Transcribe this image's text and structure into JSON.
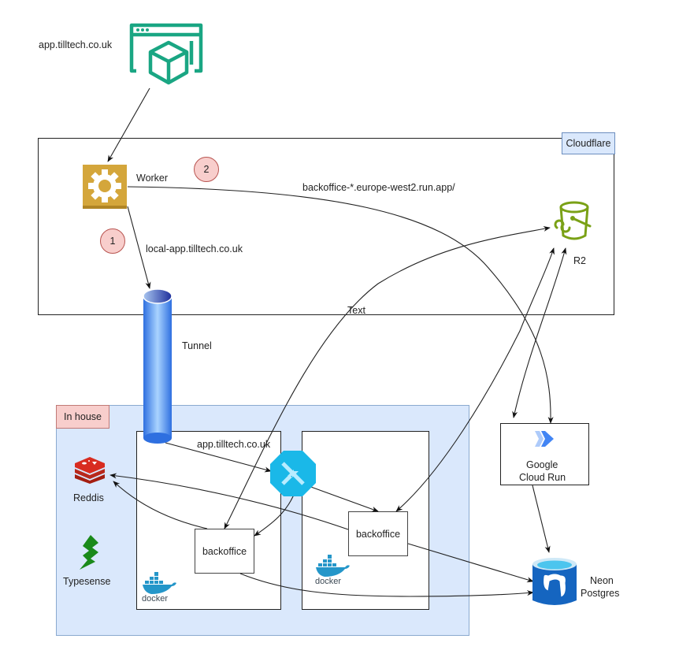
{
  "groups": {
    "cloudflare": {
      "label": "Cloudflare",
      "fill": "#dae8fc",
      "stroke": "#6c8ebf"
    },
    "in_house": {
      "label": "In house",
      "fill": "#dae8fc",
      "tag_fill": "#f8cecc"
    }
  },
  "nodes": {
    "web_app": {
      "label": "app.tilltech.co.uk",
      "icon": "browser-cube-icon",
      "color": "#1aa683"
    },
    "worker": {
      "label": "Worker",
      "icon": "gear-icon",
      "color": "#d4a63b"
    },
    "r2": {
      "label": "R2",
      "icon": "bucket-icon",
      "color": "#7aa116"
    },
    "tunnel": {
      "label": "Tunnel",
      "icon": "cylinder-pipe-icon",
      "color": "#3b82e6"
    },
    "redis": {
      "label": "Reddis",
      "icon": "redis-icon",
      "color": "#d82c20"
    },
    "typesense": {
      "label": "Typesense",
      "icon": "lightning-icon",
      "color": "#1a8a1a"
    },
    "load_balancer": {
      "label": "",
      "icon": "load-balancer-icon",
      "color": "#1ab8e8"
    },
    "backoffice_1": {
      "label": "backoffice"
    },
    "backoffice_2": {
      "label": "backoffice"
    },
    "docker_1": {
      "label": "docker",
      "icon": "docker-whale-icon",
      "color": "#2496c9"
    },
    "docker_2": {
      "label": "docker",
      "icon": "docker-whale-icon",
      "color": "#2496c9"
    },
    "cloud_run": {
      "label_line1": "Google",
      "label_line2": "Cloud Run",
      "icon": "cloud-run-icon",
      "color": "#4285f4"
    },
    "neon": {
      "label_line1": "Neon",
      "label_line2": "Postgres",
      "icon": "postgres-database-icon",
      "color": "#1565c0"
    }
  },
  "edges": {
    "worker_to_tunnel": "local-app.tilltech.co.uk",
    "worker_to_cloudrun": "backoffice-*.europe-west2.run.app/",
    "tunnel_to_lb": "app.tilltech.co.uk",
    "stray_text": "Text"
  },
  "badges": {
    "first": "1",
    "second": "2"
  }
}
